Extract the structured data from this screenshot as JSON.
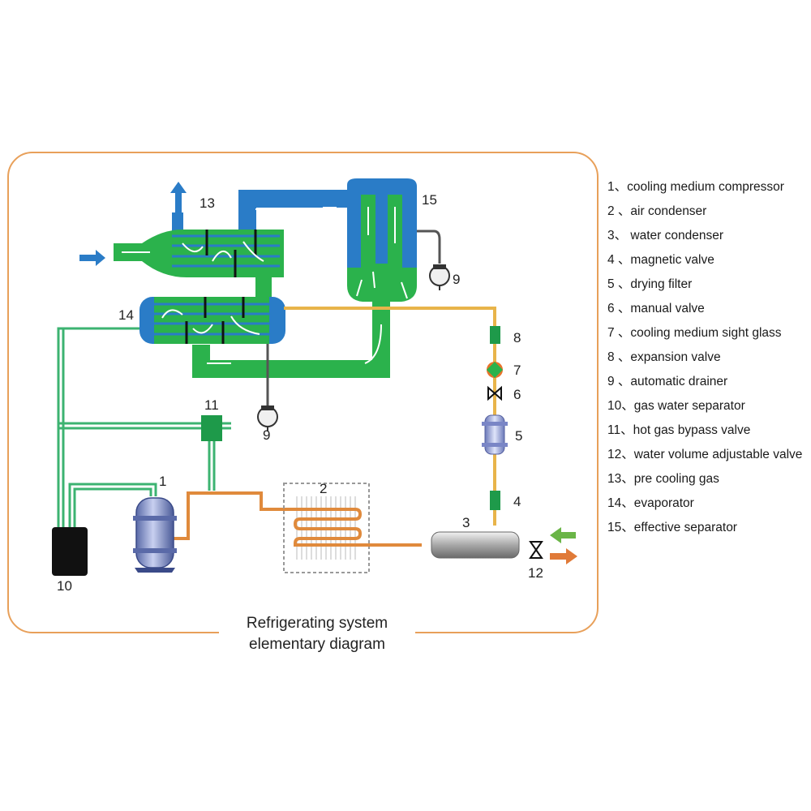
{
  "diagram": {
    "caption_line1": "Refrigerating system",
    "caption_line2": "elementary diagram",
    "component_numbers": {
      "n1": "1",
      "n2": "2",
      "n3": "3",
      "n4": "4",
      "n5": "5",
      "n6": "6",
      "n7": "7",
      "n8": "8",
      "n9a": "9",
      "n9b": "9",
      "n10": "10",
      "n11": "11",
      "n12": "12",
      "n13": "13",
      "n14": "14",
      "n15": "15"
    },
    "legend": [
      "1、cooling medium compressor",
      "2 、air condenser",
      "3、 water condenser",
      "4 、magnetic valve",
      "5 、drying filter",
      "6 、manual valve",
      "7 、cooling medium sight glass",
      "8 、expansion valve",
      "9 、automatic drainer",
      "10、gas water separator",
      "11、hot gas bypass valve",
      "12、water volume adjustable valve",
      "13、pre cooling gas",
      "14、evaporator",
      "15、effective separator"
    ],
    "colors": {
      "frame": "#e8a05a",
      "air_blue": "#2a7cc7",
      "heat_green": "#2bb24c",
      "refrigerant_orange": "#e08a3c",
      "refrigerant_yellow": "#e8b44a",
      "drain_pipe": "#3cb371",
      "inlet_arrow_green": "#6ab547",
      "outlet_arrow_orange": "#e07a38"
    }
  }
}
